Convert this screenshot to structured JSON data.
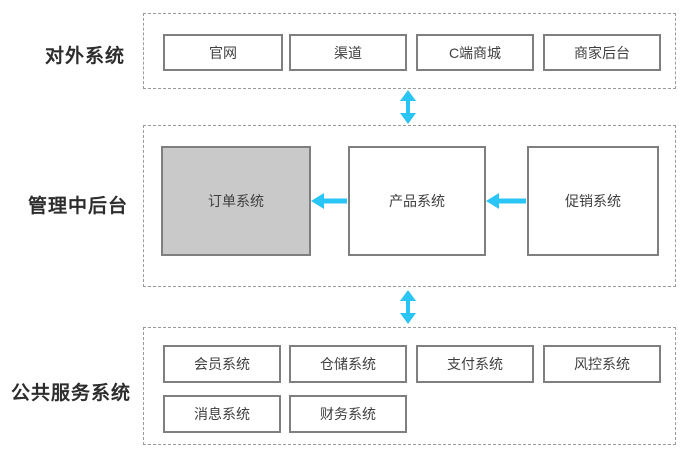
{
  "colors": {
    "accent": "#29c5f6",
    "box_border": "#7f7f7f",
    "dashed_border": "#9b9b9b",
    "box_text": "#3f3f3f",
    "label_text": "#2d2d2d",
    "filled_box_bg": "#c9c9c9"
  },
  "sections": [
    {
      "label": "对外系统",
      "boxes": [
        {
          "label": "官网"
        },
        {
          "label": "渠道"
        },
        {
          "label": "C端商城"
        },
        {
          "label": "商家后台"
        }
      ]
    },
    {
      "label": "管理中后台",
      "boxes": [
        {
          "label": "订单系统",
          "filled": true
        },
        {
          "label": "产品系统"
        },
        {
          "label": "促销系统"
        }
      ]
    },
    {
      "label": "公共服务系统",
      "boxes": [
        {
          "label": "会员系统"
        },
        {
          "label": "仓储系统"
        },
        {
          "label": "支付系统"
        },
        {
          "label": "风控系统"
        },
        {
          "label": "消息系统"
        },
        {
          "label": "财务系统"
        }
      ]
    }
  ],
  "connections": [
    {
      "type": "bidirectional-vertical",
      "from": "对外系统",
      "to": "管理中后台"
    },
    {
      "type": "bidirectional-vertical",
      "from": "管理中后台",
      "to": "公共服务系统"
    },
    {
      "type": "arrow-left",
      "from": "产品系统",
      "to": "订单系统"
    },
    {
      "type": "arrow-left",
      "from": "促销系统",
      "to": "产品系统"
    }
  ]
}
